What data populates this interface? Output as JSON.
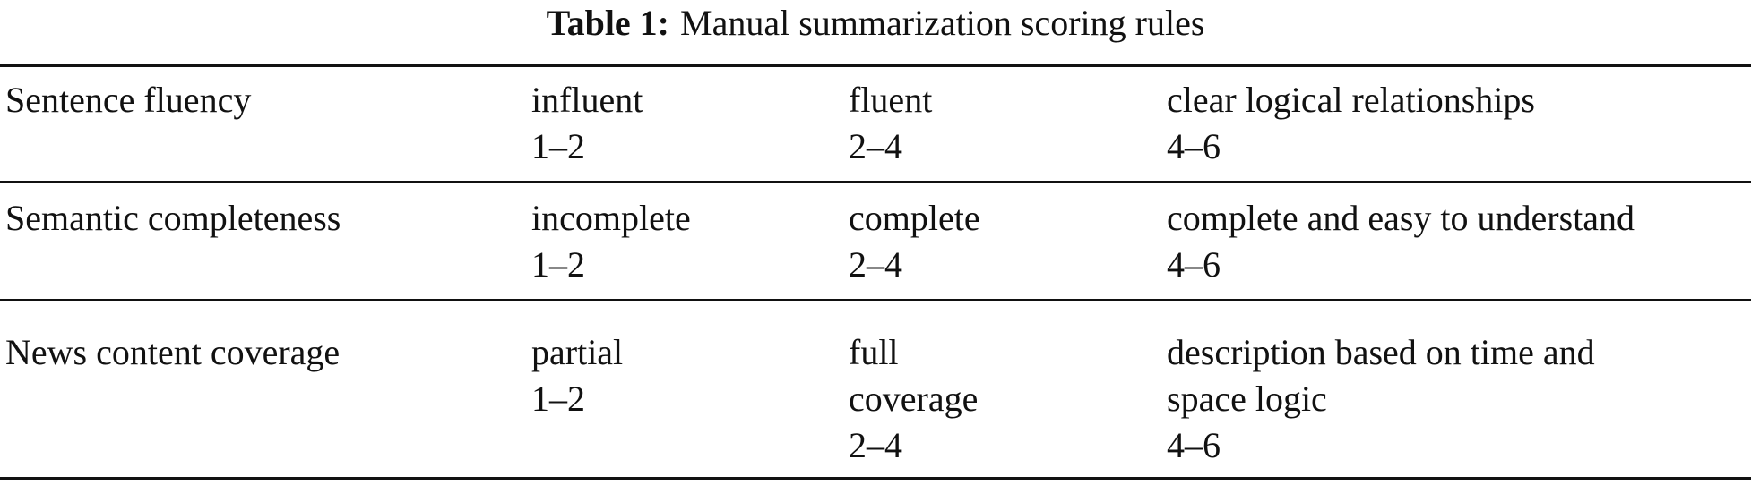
{
  "caption": {
    "label": "Table 1:",
    "text": "Manual summarization scoring rules"
  },
  "rows": [
    {
      "criterion": "Sentence fluency",
      "levels": [
        {
          "desc": [
            "influent"
          ],
          "score": "1–2"
        },
        {
          "desc": [
            "fluent"
          ],
          "score": "2–4"
        },
        {
          "desc": [
            "clear logical relationships"
          ],
          "score": "4–6"
        }
      ]
    },
    {
      "criterion": "Semantic completeness",
      "levels": [
        {
          "desc": [
            "incomplete"
          ],
          "score": "1–2"
        },
        {
          "desc": [
            "complete"
          ],
          "score": "2–4"
        },
        {
          "desc": [
            "complete and easy to understand"
          ],
          "score": "4–6"
        }
      ]
    },
    {
      "criterion": "News content coverage",
      "levels": [
        {
          "desc": [
            "partial"
          ],
          "score": "1–2"
        },
        {
          "desc": [
            "full",
            "coverage"
          ],
          "score": "2–4"
        },
        {
          "desc": [
            "description based on time and",
            "space logic"
          ],
          "score": "4–6"
        }
      ]
    }
  ]
}
